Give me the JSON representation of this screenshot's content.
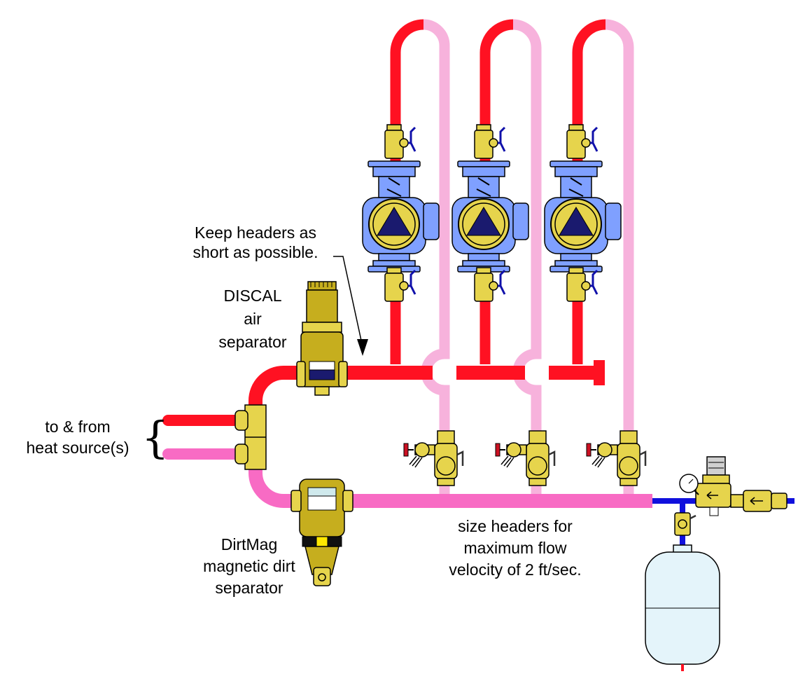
{
  "labels": {
    "keep_headers": [
      "Keep headers as",
      "short as possible."
    ],
    "discal": [
      "DISCAL",
      "air",
      "separator"
    ],
    "heat_source": [
      "to & from",
      "heat source(s)"
    ],
    "dirtmag": [
      "DirtMag",
      "magnetic dirt",
      "separator"
    ],
    "size_headers": [
      "size headers for",
      "maximum flow",
      "velocity of 2 ft/sec."
    ]
  },
  "brace_glyph": "{",
  "colors": {
    "supply": "#ff1122",
    "return_riser": "#f7b2dc",
    "return_header": "#f86bc4",
    "cold_water": "#1010dd",
    "brass": "#e6d44c",
    "brass_dark": "#c6ae1e",
    "pump_body": "#7fa0ff",
    "pump_dial": "#1a1a6e",
    "tank": "#e4f4fa"
  },
  "circuits": [
    {
      "id": "circuit-1"
    },
    {
      "id": "circuit-2"
    },
    {
      "id": "circuit-3"
    }
  ]
}
